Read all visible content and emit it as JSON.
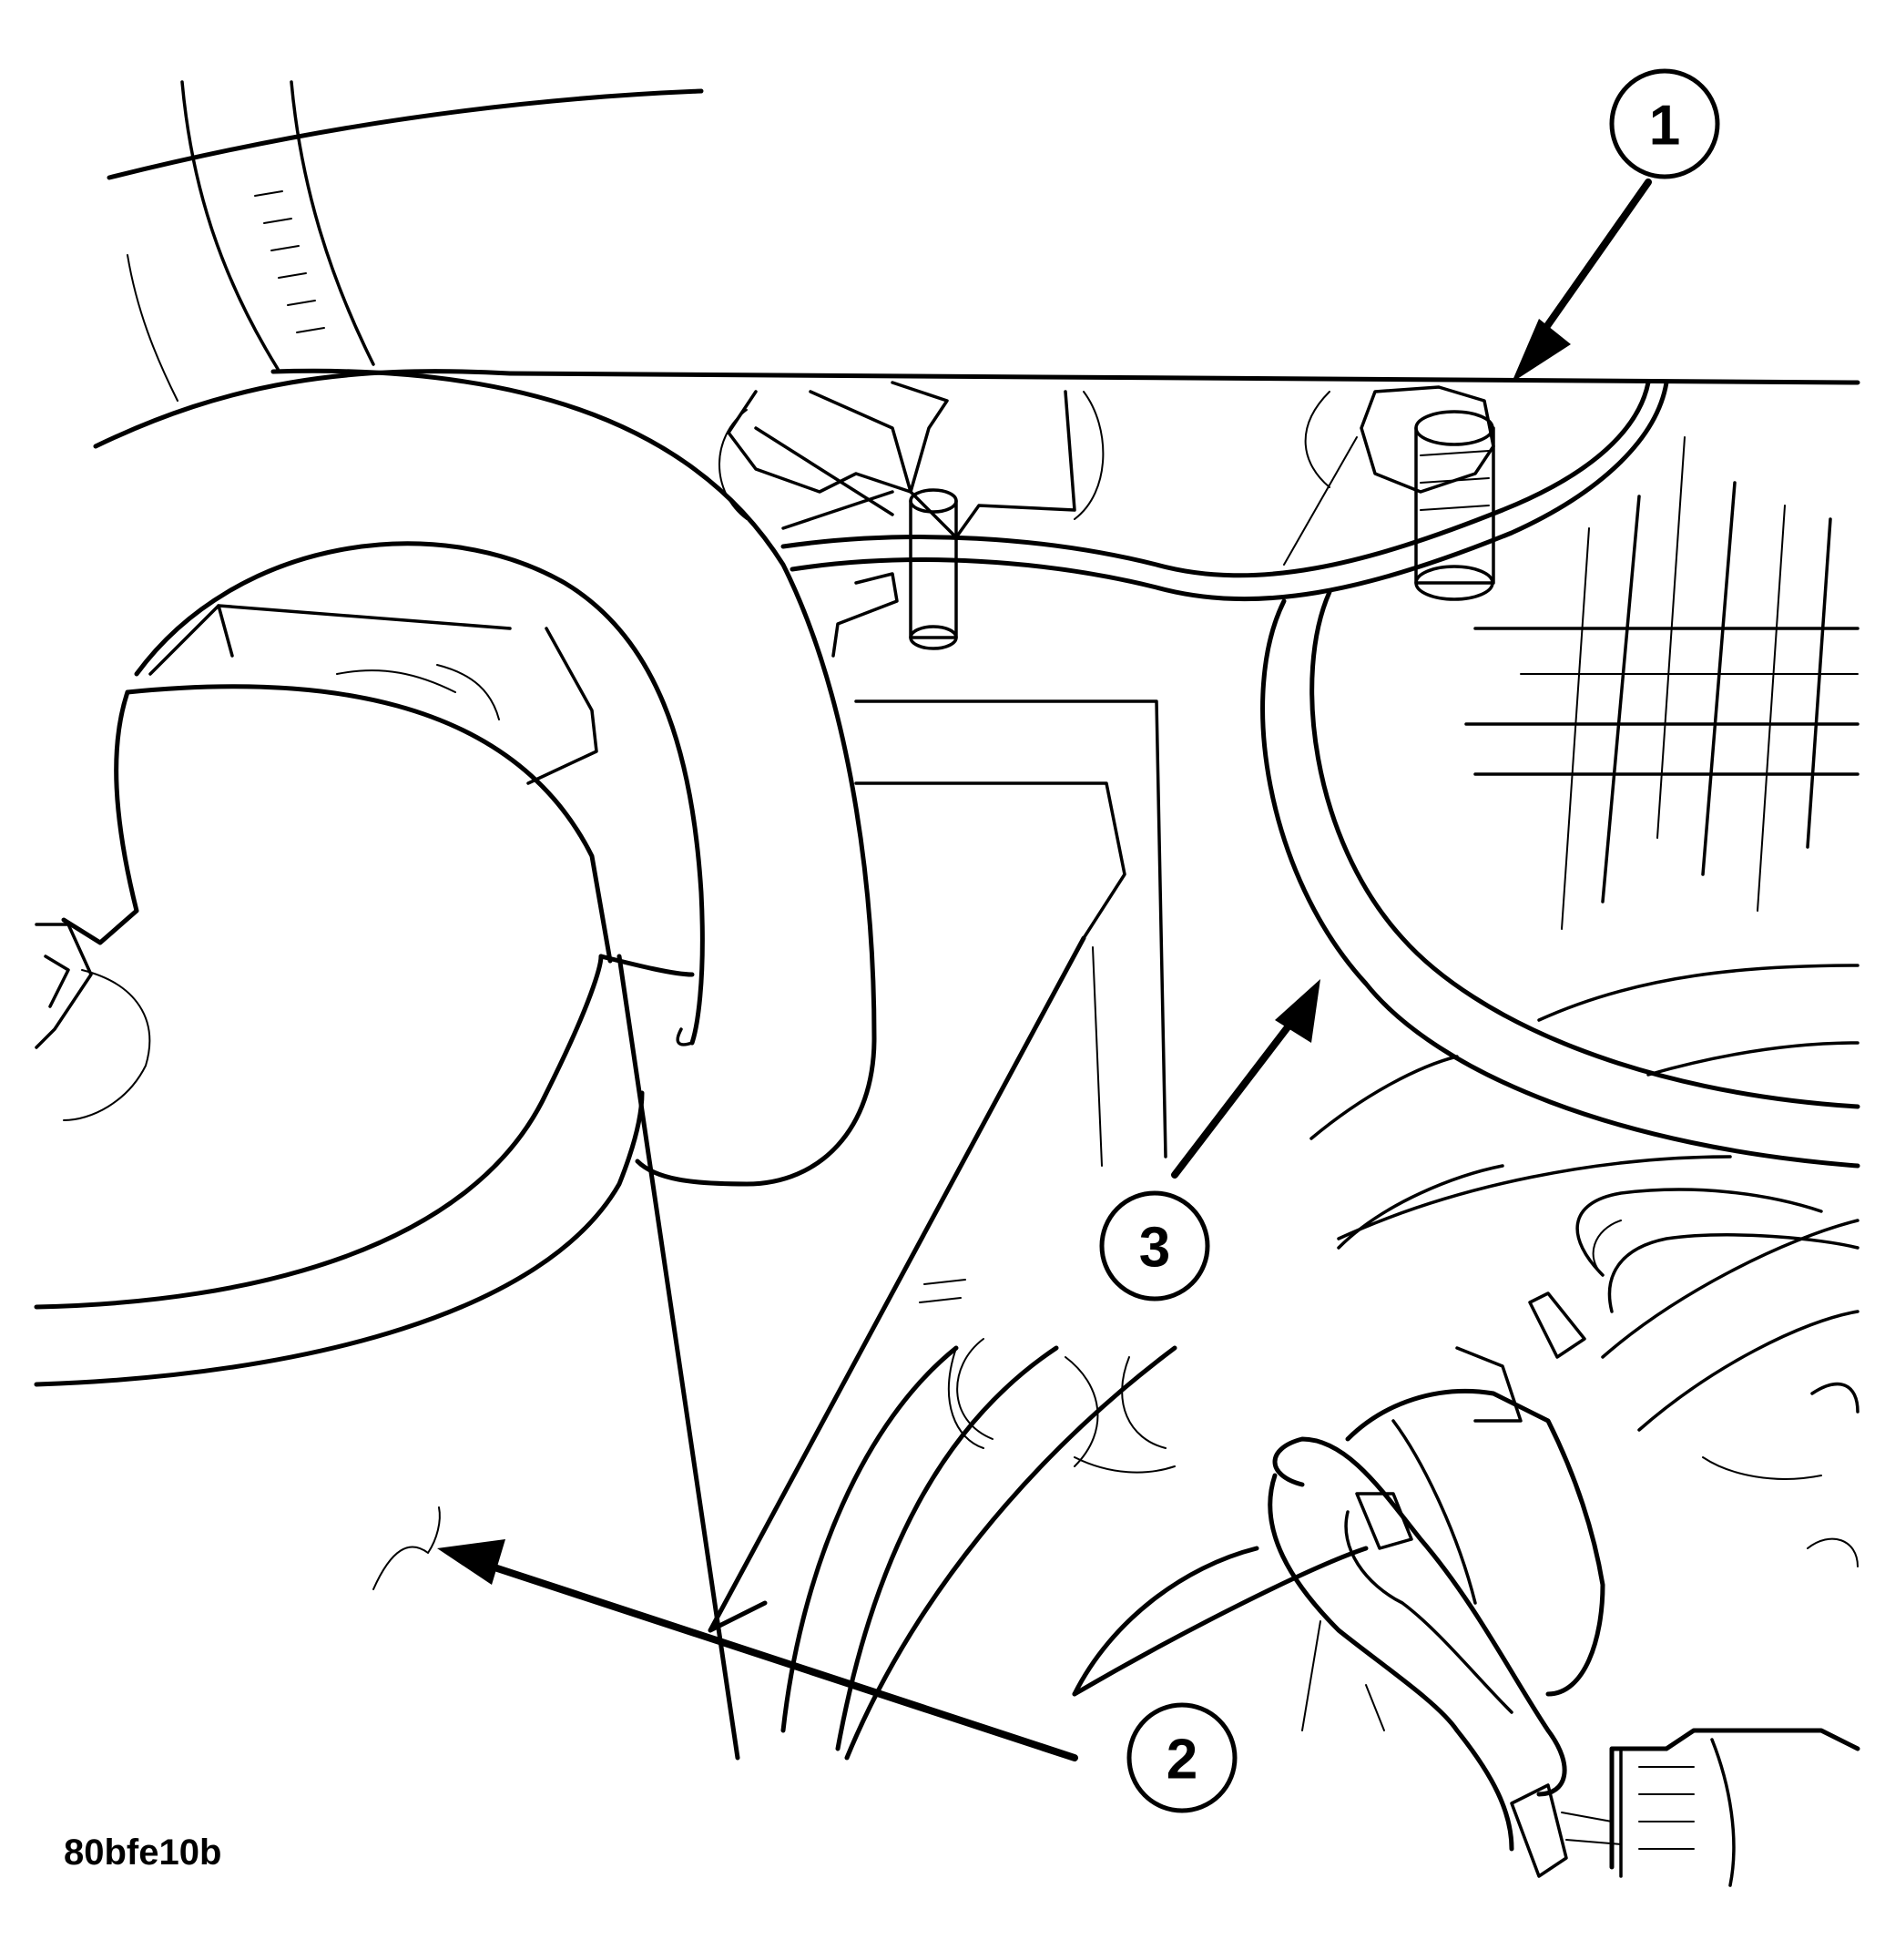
{
  "figure": {
    "id": "80bfe10b",
    "callouts": [
      {
        "number": "1"
      },
      {
        "number": "2"
      },
      {
        "number": "3"
      }
    ]
  }
}
